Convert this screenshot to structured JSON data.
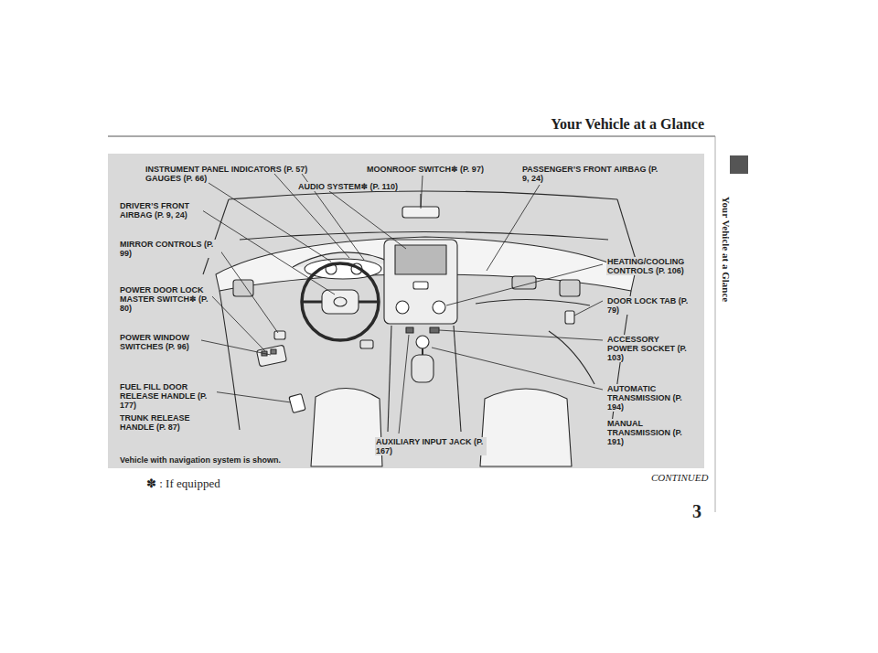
{
  "diagram": {
    "title": "Your Vehicle at a Glance",
    "labels": [
      "INSTRUMENT PANEL INDICATORS (P. 57)",
      "GAUGES (P. 66)",
      "AUDIO SYSTEM✽ (P. 110)",
      "MOONROOF SWITCH✽ (P. 97)",
      "PASSENGER’S FRONT AIRBAG (P. 9, 24)",
      "DRIVER’S FRONT AIRBAG (P. 9, 24)",
      "MIRROR CONTROLS (P. 99)",
      "POWER DOOR LOCK MASTER SWITCH✽ (P. 80)",
      "POWER WINDOW SWITCHES (P. 96)",
      "FUEL FILL DOOR RELEASE HANDLE (P. 177)",
      "TRUNK RELEASE HANDLE (P. 87)",
      "HEATING/COOLING CONTROLS (P. 106)",
      "DOOR LOCK TAB (P. 79)",
      "ACCESSORY POWER SOCKET (P. 103)",
      "AUTOMATIC TRANSMISSION (P. 194)",
      "MANUAL TRANSMISSION (P. 191)",
      "AUXILIARY INPUT JACK (P. 167)",
      "Vehicle with navigation system is shown.",
      "✽ : If equipped",
      "CONTINUED",
      "3",
      "Your Vehicle at a Glance"
    ]
  }
}
